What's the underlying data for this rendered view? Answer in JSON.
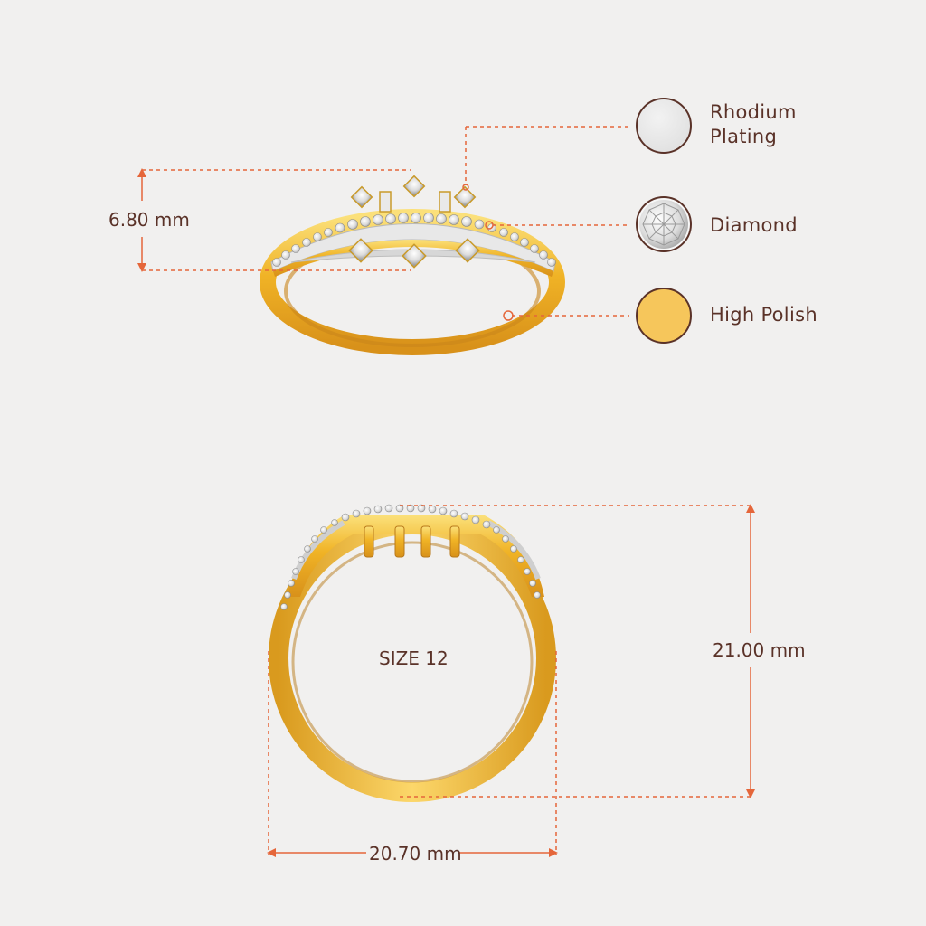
{
  "dimensions": {
    "height_label": "6.80 mm",
    "vertical_label": "21.00 mm",
    "width_label": "20.70 mm",
    "size_label": "SIZE 12"
  },
  "legend": [
    {
      "line1": "Rhodium",
      "line2": "Plating",
      "swatch_color": "#e6e6e6",
      "icon": "rhodium-swatch"
    },
    {
      "line1": "Diamond",
      "line2": "",
      "swatch_color": "#f7f7f7",
      "icon": "diamond-swatch"
    },
    {
      "line1": "High Polish",
      "line2": "",
      "swatch_color": "#f6c65b",
      "icon": "gold-swatch"
    }
  ],
  "colors": {
    "background": "#f1f0ef",
    "dimension_line": "#e5663a",
    "text": "#5a3228",
    "gold": "#f2b82f"
  }
}
